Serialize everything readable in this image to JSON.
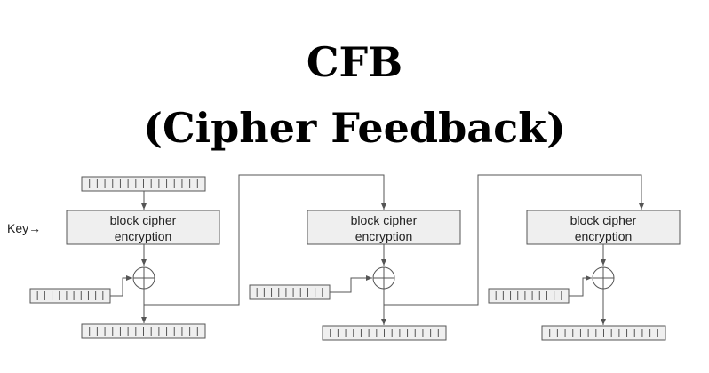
{
  "title": {
    "line1": "CFB",
    "line2": "(Cipher Feedback)"
  },
  "key_label": "Key→",
  "stages": [
    {
      "line1": "block cipher",
      "line2": "encryption"
    },
    {
      "line1": "block cipher",
      "line2": "encryption"
    },
    {
      "line1": "block cipher",
      "line2": "encryption"
    }
  ]
}
